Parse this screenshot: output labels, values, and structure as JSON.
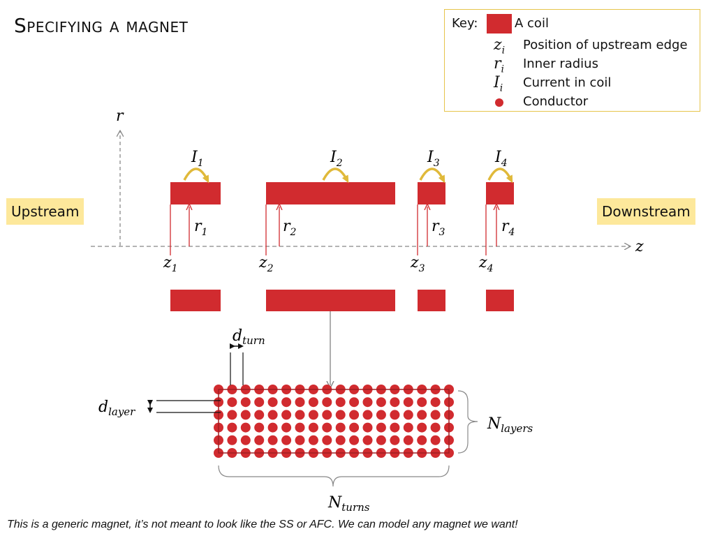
{
  "title": "Specifying a magnet",
  "key": {
    "label": "Key:",
    "coil": "A coil",
    "rows": [
      {
        "sym": "z",
        "sub": "i",
        "text": "Position of upstream edge"
      },
      {
        "sym": "r",
        "sub": "i",
        "text": "Inner radius"
      },
      {
        "sym": "I",
        "sub": "i",
        "text": "Current in coil"
      },
      {
        "sym": "dot",
        "sub": "",
        "text": "Conductor"
      }
    ]
  },
  "labels": {
    "upstream": "Upstream",
    "downstream": "Downstream",
    "r_axis": "r",
    "z_axis": "z"
  },
  "coils": [
    {
      "current": "I",
      "index": "1",
      "radius": "r",
      "pos": "z"
    },
    {
      "current": "I",
      "index": "2",
      "radius": "r",
      "pos": "z"
    },
    {
      "current": "I",
      "index": "3",
      "radius": "r",
      "pos": "z"
    },
    {
      "current": "I",
      "index": "4",
      "radius": "r",
      "pos": "z"
    }
  ],
  "grid": {
    "d_turn": {
      "sym": "d",
      "sub": "turn"
    },
    "d_layer": {
      "sym": "d",
      "sub": "layer"
    },
    "n_layers": {
      "sym": "N",
      "sub": "layers"
    },
    "n_turns": {
      "sym": "N",
      "sub": "turns"
    },
    "turns": 18,
    "layers": 6
  },
  "colors": {
    "coil": "#d12b2f",
    "current_arrow": "#e0b93a",
    "key_border": "#e6c44a",
    "side_label_bg": "#fde89b"
  },
  "footnote": "This is a generic magnet, it’s not meant to look like the SS or AFC. We can model any magnet we want!"
}
